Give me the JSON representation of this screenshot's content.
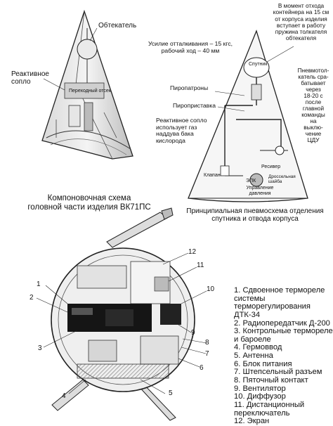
{
  "diagram1": {
    "label_fairing": "Обтекатель",
    "label_nozzle": "Реактивное\nсопло",
    "label_adapter": "Переходный отсек",
    "caption": "Компоновочная схема\nголовной части изделия ВК71ПС"
  },
  "diagram2": {
    "label_force": "Усилие отталкивания – 15 кгс,\nрабочий ход – 40 мм",
    "label_moment": "В момент отхода\nконтейнера на 15 см\nот корпуса изделия\nвступает в работу\nпружина толкателя\nобтекателя",
    "label_sputnik": "Спутник",
    "label_pyro_cartridges": "Пиропатроны",
    "label_pyro_pusher": "Пироприставка",
    "label_jet_nozzle": "Реактивное сопло\nиспользует газ\nнаддува бака\nкислорода",
    "label_pneumo": "Пневмотол-\nкатель сра-\nбатывает\nчерез\n18-20 с\nпосле\nглавной\nкоманды\nна\nвыклю-\nчение\nЦДУ",
    "label_valve": "Клапан",
    "label_receiver": "Ресивер",
    "label_throttle": "Дроссельная\nшайба",
    "label_epk": "ЭПК",
    "label_pressure": "Управление\nдавления",
    "caption": "Принципиальная пневмосхема отделения\nспутника и отвода корпуса"
  },
  "diagram3": {
    "callouts": [
      "1",
      "2",
      "3",
      "4",
      "5",
      "6",
      "7",
      "8",
      "9",
      "10",
      "11",
      "12"
    ]
  },
  "legend": [
    "1. Сдвоенное термореле системы терморегулирования ДТК-34",
    "2. Радиопередатчик Д-200",
    "3. Контрольные термореле и бароеле",
    "4. Гермоввод",
    "5. Антенна",
    "6. Блок питания",
    "7. Штепсельный разъем",
    "8. Пяточный контакт",
    "9. Вентилятор",
    "10. Диффузор",
    "11. Дистанционный переключатель",
    "12. Экран"
  ]
}
